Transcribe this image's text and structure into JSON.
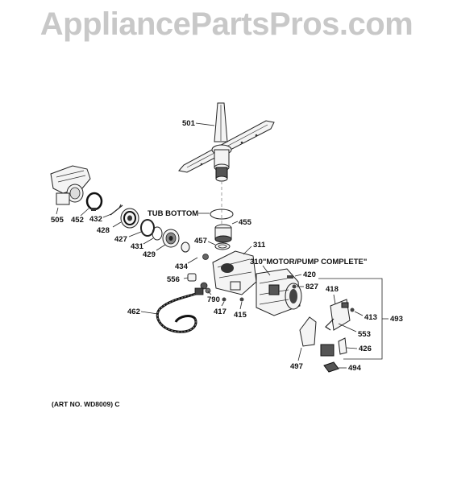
{
  "watermark": "AppliancePartsPros.com",
  "art_number": "(ART NO. WD8009) C",
  "callouts": {
    "p501": "501",
    "tub_bottom": "TUB BOTTOM",
    "p455": "455",
    "p505": "505",
    "p452": "452",
    "p432": "432",
    "p428": "428",
    "p427": "427",
    "p431": "431",
    "p429": "429",
    "p457": "457",
    "p311": "311",
    "p310": "310\"MOTOR/PUMP COMPLETE\"",
    "p434": "434",
    "p420": "420",
    "p556": "556",
    "p827": "827",
    "p418": "418",
    "p790": "790",
    "p462": "462",
    "p417": "417",
    "p415": "415",
    "p413": "413",
    "p493": "493",
    "p553": "553",
    "p426": "426",
    "p497": "497",
    "p494": "494"
  }
}
